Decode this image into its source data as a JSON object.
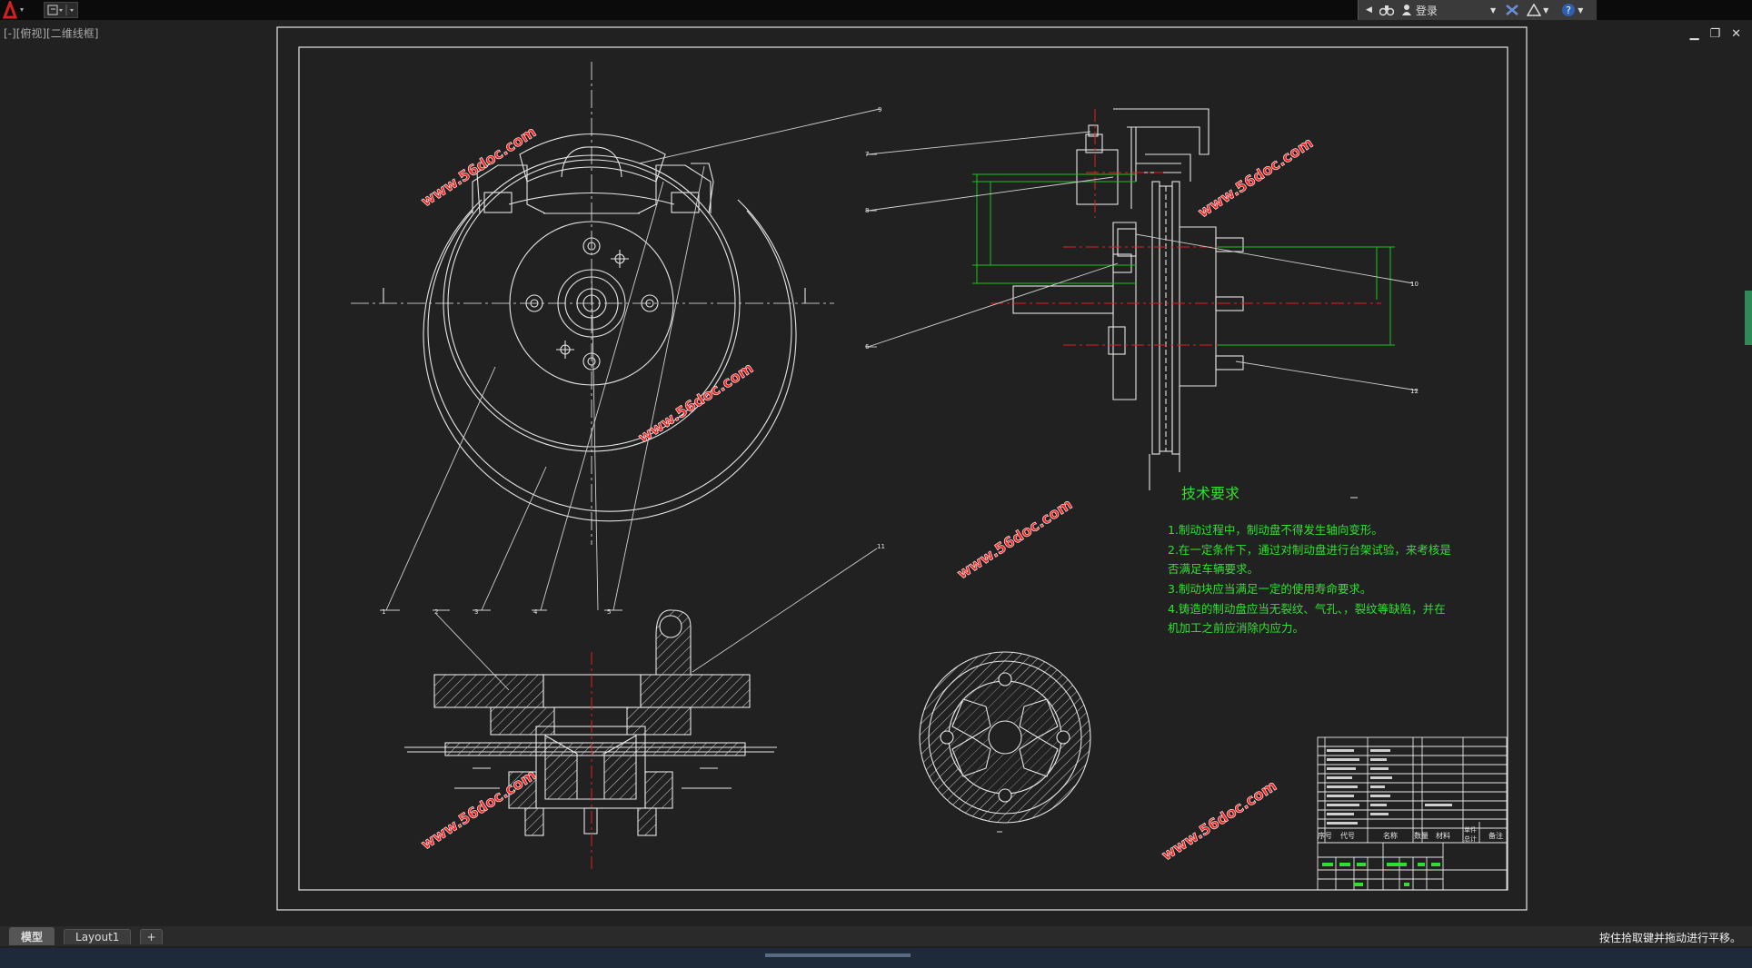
{
  "app": {
    "sign_in_label": "登录",
    "view_label": "[-][俯视][二维线框]"
  },
  "drawing": {
    "watermark": "www.56doc.com",
    "tech_title": "技术要求",
    "tech_notes": [
      "1.制动过程中，制动盘不得发生轴向变形。",
      "2.在一定条件下，通过对制动盘进行台架试验，来考核是",
      "否满足车辆要求。",
      "3.制动块应当满足一定的使用寿命要求。",
      "4.铸造的制动盘应当无裂纹、气孔、，裂纹等缺陷，并在",
      "机加工之前应消除内应力。"
    ],
    "title_block_headers": [
      "序号",
      "代号",
      "名称",
      "数量",
      "材料",
      "单件",
      "总计",
      "备注"
    ],
    "balloons": [
      "9",
      "7",
      "8",
      "6",
      "10",
      "12",
      "11",
      "1",
      "2",
      "3",
      "4",
      "5"
    ],
    "colors": {
      "linework": "#e6e6e6",
      "dimension": "#19c419",
      "centerline": "#e02020",
      "text": "#30e030",
      "watermark": "#ff2020"
    }
  },
  "tabs": [
    {
      "label": "模型",
      "active": true
    },
    {
      "label": "Layout1",
      "active": false
    },
    {
      "label": "+",
      "active": false
    }
  ],
  "status": {
    "prompt": "按住拾取键并拖动进行平移。"
  },
  "icons": [
    "autocad-logo-icon",
    "workspace-icon",
    "binoculars-icon",
    "user-icon",
    "exchange-icon",
    "a360-icon",
    "help-icon",
    "minimize-icon",
    "restore-icon",
    "close-icon"
  ]
}
